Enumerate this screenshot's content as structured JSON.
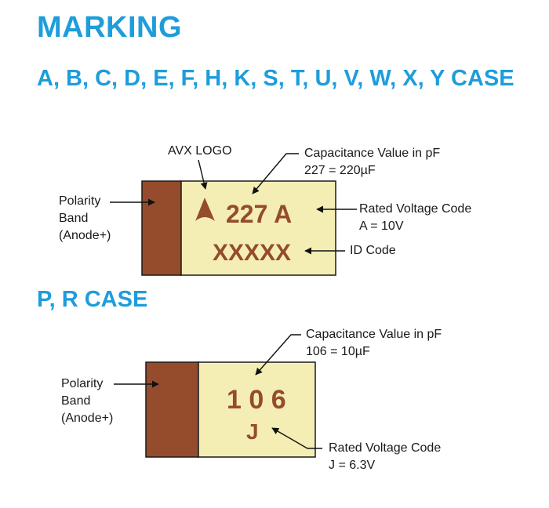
{
  "heading": "MARKING",
  "section1": {
    "title": "A, B, C, D, E, F, H, K, S, T, U, V, W, X, Y CASE",
    "chip_line1": "227 A",
    "chip_line2": "XXXXX",
    "labels": {
      "logo": "AVX LOGO",
      "polarity": [
        "Polarity",
        "Band",
        "(Anode+)"
      ],
      "capacitance": [
        "Capacitance Value in pF",
        "227 = 220µF"
      ],
      "voltage": [
        "Rated Voltage Code",
        "A = 10V"
      ],
      "id_code": "ID Code"
    }
  },
  "section2": {
    "title": "P, R CASE",
    "chip_line1": "1 0 6",
    "chip_line2": "J",
    "labels": {
      "polarity": [
        "Polarity",
        "Band",
        "(Anode+)"
      ],
      "capacitance": [
        "Capacitance Value in pF",
        "106 = 10µF"
      ],
      "voltage": [
        "Rated Voltage Code",
        "J = 6.3V"
      ]
    }
  },
  "colors": {
    "accent": "#1e9ddb",
    "band": "#944c2c",
    "body": "#f4eeb4",
    "marking": "#944c2c"
  }
}
